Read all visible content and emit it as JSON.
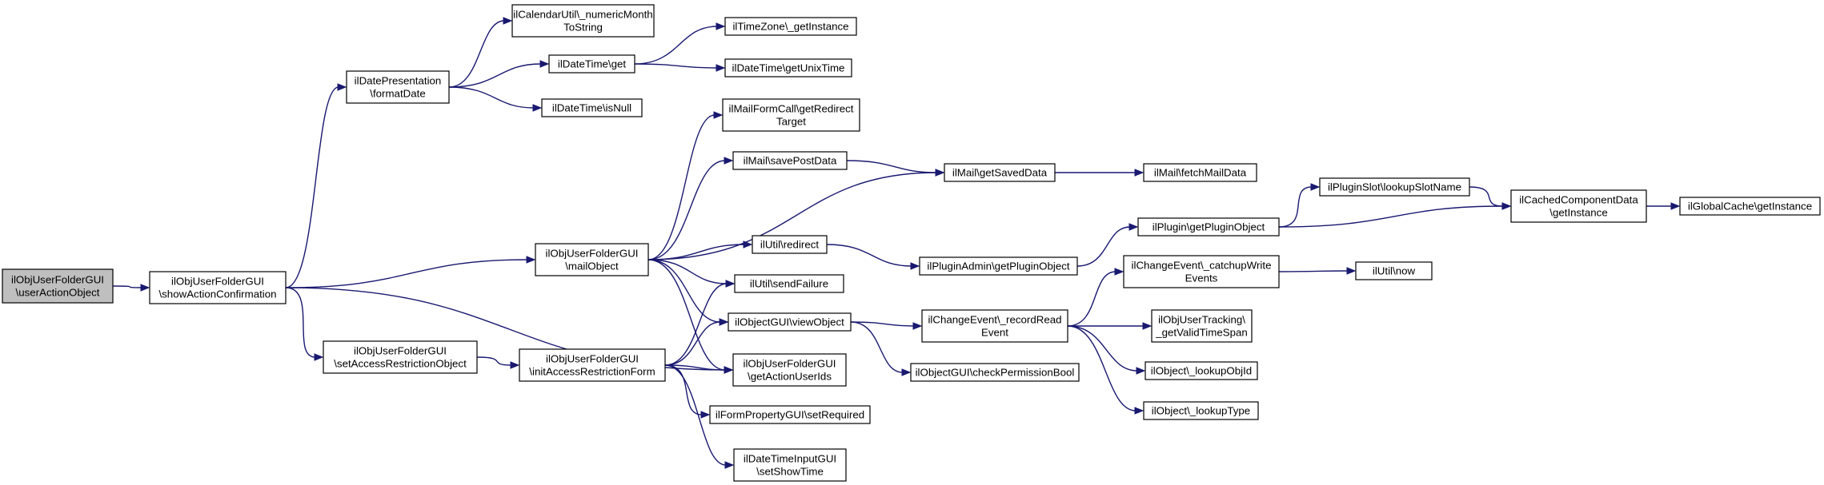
{
  "graph": {
    "nodes": [
      {
        "id": "n0",
        "lines": [
          "ilObjUserFolderGUI",
          "\\userActionObject"
        ],
        "root": true
      },
      {
        "id": "n1",
        "lines": [
          "ilObjUserFolderGUI",
          "\\showActionConfirmation"
        ]
      },
      {
        "id": "n2",
        "lines": [
          "ilDatePresentation",
          "\\formatDate"
        ]
      },
      {
        "id": "n3",
        "lines": [
          "ilObjUserFolderGUI",
          "\\mailObject"
        ]
      },
      {
        "id": "n4",
        "lines": [
          "ilObjUserFolderGUI",
          "\\setAccessRestrictionObject"
        ]
      },
      {
        "id": "n5",
        "lines": [
          "ilObjUserFolderGUI",
          "\\initAccessRestrictionForm"
        ]
      },
      {
        "id": "n6",
        "lines": [
          "ilCalendarUtil\\_numericMonth",
          "ToString"
        ]
      },
      {
        "id": "n7",
        "lines": [
          "ilDateTime\\get"
        ]
      },
      {
        "id": "n8",
        "lines": [
          "ilDateTime\\isNull"
        ]
      },
      {
        "id": "n9",
        "lines": [
          "ilTimeZone\\_getInstance"
        ]
      },
      {
        "id": "n10",
        "lines": [
          "ilDateTime\\getUnixTime"
        ]
      },
      {
        "id": "n11",
        "lines": [
          "ilMailFormCall\\getRedirect",
          "Target"
        ]
      },
      {
        "id": "n12",
        "lines": [
          "ilMail\\savePostData"
        ]
      },
      {
        "id": "n13",
        "lines": [
          "ilMail\\getSavedData"
        ]
      },
      {
        "id": "n14",
        "lines": [
          "ilMail\\fetchMailData"
        ]
      },
      {
        "id": "n15",
        "lines": [
          "ilUtil\\redirect"
        ]
      },
      {
        "id": "n16",
        "lines": [
          "ilUtil\\sendFailure"
        ]
      },
      {
        "id": "n17",
        "lines": [
          "ilObjectGUI\\viewObject"
        ]
      },
      {
        "id": "n18",
        "lines": [
          "ilObjUserFolderGUI",
          "\\getActionUserIds"
        ]
      },
      {
        "id": "n19",
        "lines": [
          "ilFormPropertyGUI\\setRequired"
        ]
      },
      {
        "id": "n20",
        "lines": [
          "ilDateTimeInputGUI",
          "\\setShowTime"
        ]
      },
      {
        "id": "n21",
        "lines": [
          "ilPluginAdmin\\getPluginObject"
        ]
      },
      {
        "id": "n22",
        "lines": [
          "ilPlugin\\getPluginObject"
        ]
      },
      {
        "id": "n23",
        "lines": [
          "ilPluginSlot\\lookupSlotName"
        ]
      },
      {
        "id": "n24",
        "lines": [
          "ilCachedComponentData",
          "\\getInstance"
        ]
      },
      {
        "id": "n25",
        "lines": [
          "ilGlobalCache\\getInstance"
        ]
      },
      {
        "id": "n26",
        "lines": [
          "ilChangeEvent\\_recordRead",
          "Event"
        ]
      },
      {
        "id": "n27",
        "lines": [
          "ilObjectGUI\\checkPermissionBool"
        ]
      },
      {
        "id": "n28",
        "lines": [
          "ilChangeEvent\\_catchupWrite",
          "Events"
        ]
      },
      {
        "id": "n29",
        "lines": [
          "ilUtil\\now"
        ]
      },
      {
        "id": "n30",
        "lines": [
          "ilObjUserTracking\\",
          "_getValidTimeSpan"
        ]
      },
      {
        "id": "n31",
        "lines": [
          "ilObject\\_lookupObjId"
        ]
      },
      {
        "id": "n32",
        "lines": [
          "ilObject\\_lookupType"
        ]
      }
    ],
    "edges": [
      [
        "n0",
        "n1"
      ],
      [
        "n1",
        "n2"
      ],
      [
        "n1",
        "n3"
      ],
      [
        "n1",
        "n4"
      ],
      [
        "n1",
        "n18"
      ],
      [
        "n2",
        "n6"
      ],
      [
        "n2",
        "n7"
      ],
      [
        "n2",
        "n8"
      ],
      [
        "n7",
        "n9"
      ],
      [
        "n7",
        "n10"
      ],
      [
        "n3",
        "n11"
      ],
      [
        "n3",
        "n12"
      ],
      [
        "n3",
        "n13"
      ],
      [
        "n3",
        "n15"
      ],
      [
        "n3",
        "n16"
      ],
      [
        "n3",
        "n17"
      ],
      [
        "n3",
        "n18"
      ],
      [
        "n12",
        "n13"
      ],
      [
        "n13",
        "n14"
      ],
      [
        "n15",
        "n21"
      ],
      [
        "n21",
        "n22"
      ],
      [
        "n22",
        "n23"
      ],
      [
        "n22",
        "n24"
      ],
      [
        "n23",
        "n24"
      ],
      [
        "n24",
        "n25"
      ],
      [
        "n4",
        "n5"
      ],
      [
        "n5",
        "n16"
      ],
      [
        "n5",
        "n17"
      ],
      [
        "n5",
        "n18"
      ],
      [
        "n5",
        "n19"
      ],
      [
        "n5",
        "n20"
      ],
      [
        "n17",
        "n26"
      ],
      [
        "n17",
        "n27"
      ],
      [
        "n26",
        "n28"
      ],
      [
        "n26",
        "n30"
      ],
      [
        "n26",
        "n31"
      ],
      [
        "n26",
        "n32"
      ],
      [
        "n28",
        "n29"
      ]
    ]
  }
}
